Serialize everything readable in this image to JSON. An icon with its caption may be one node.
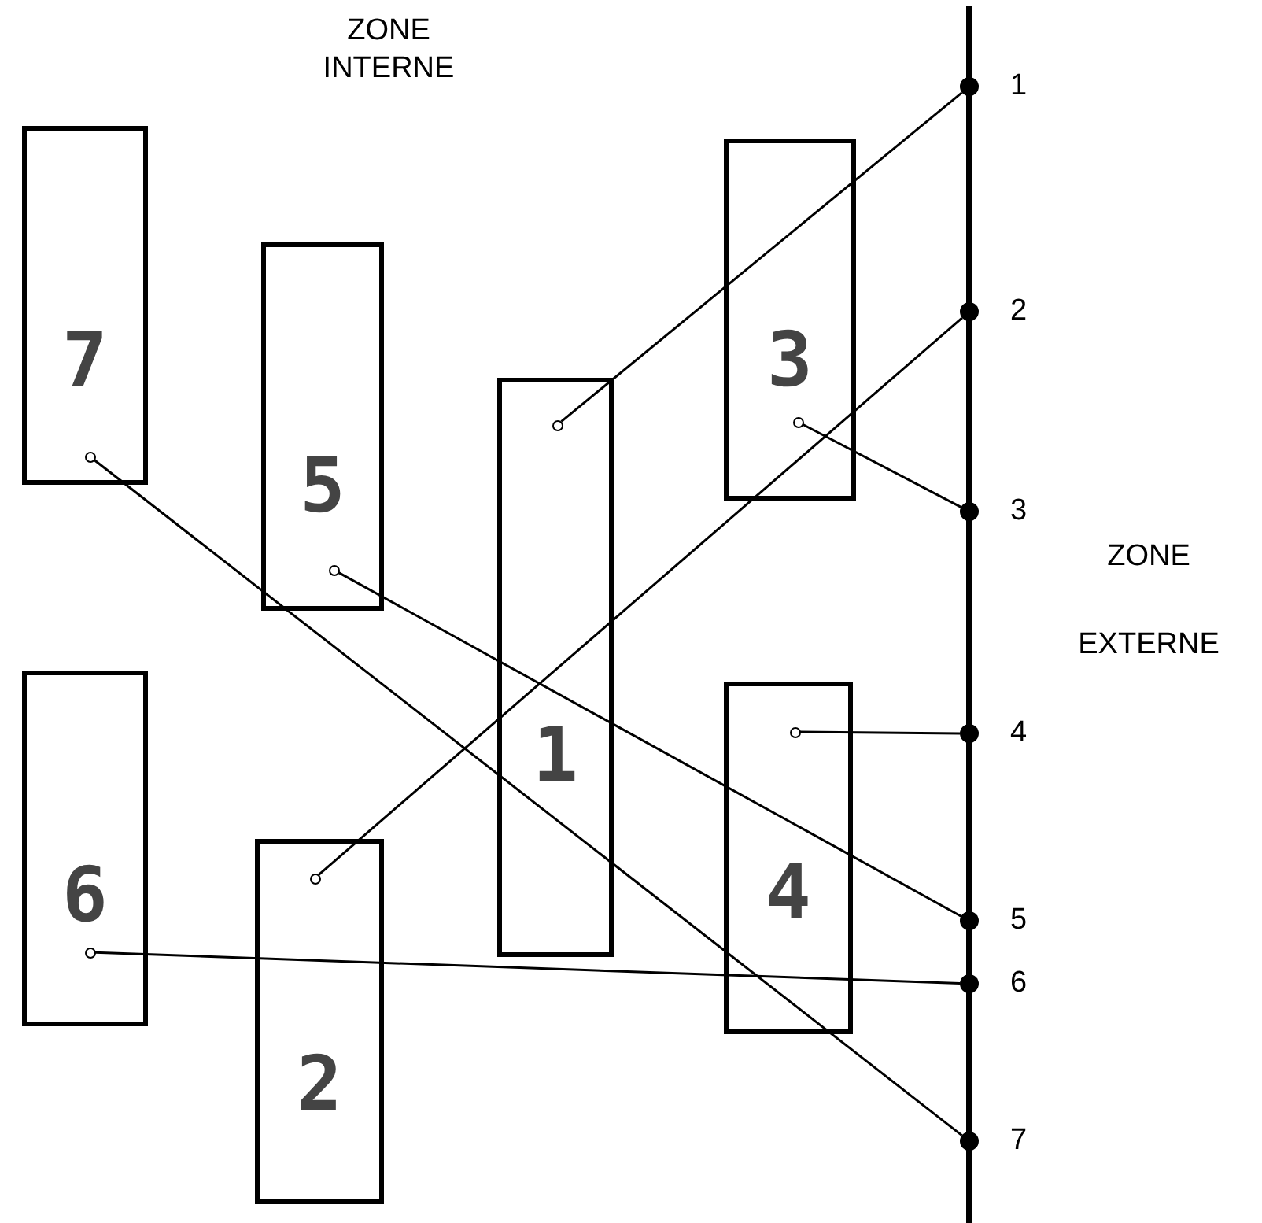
{
  "diagram": {
    "nodes": [
      {
        "text": [
          "7"
        ]
      },
      {
        "text": [
          "5"
        ]
      },
      {
        "text": [
          "1"
        ]
      },
      {
        "text": [
          "3"
        ]
      },
      {
        "text": [
          "6"
        ]
      },
      {
        "text": [
          "2"
        ]
      },
      {
        "text": [
          "4"
        ]
      },
      {
        "text": [],
        "shape": "circle",
        "in": 0
      },
      {
        "text": [],
        "shape": "circle",
        "in": 1
      },
      {
        "text": [],
        "shape": "circle",
        "in": 2
      },
      {
        "text": [],
        "shape": "circle",
        "in": 3
      },
      {
        "text": [],
        "shape": "circle",
        "in": 4
      },
      {
        "text": [],
        "shape": "circle",
        "in": 5
      },
      {
        "text": [],
        "shape": "circle",
        "in": 6
      },
      {
        "text": [],
        "shape": "circle",
        "beside": [
          "1"
        ]
      },
      {
        "text": [],
        "shape": "circle",
        "beside": [
          "2"
        ]
      },
      {
        "text": [],
        "shape": "circle",
        "beside": [
          "3"
        ]
      },
      {
        "text": [],
        "shape": "circle",
        "beside": [
          "4"
        ]
      },
      {
        "text": [],
        "shape": "circle",
        "beside": [
          "5"
        ]
      },
      {
        "text": [],
        "shape": "circle",
        "beside": [
          "6"
        ]
      },
      {
        "text": [],
        "shape": "circle",
        "beside": [
          "7"
        ]
      }
    ],
    "edges": [
      {
        "from": 9,
        "to": 14,
        "arrow": "none"
      },
      {
        "from": 12,
        "to": 15,
        "arrow": "none"
      },
      {
        "from": 10,
        "to": 16,
        "arrow": "none"
      },
      {
        "from": 13,
        "to": 17,
        "arrow": "none"
      },
      {
        "from": 8,
        "to": 18,
        "arrow": "none"
      },
      {
        "from": 11,
        "to": 19,
        "arrow": "none"
      },
      {
        "from": 7,
        "to": 20,
        "arrow": "none"
      }
    ],
    "labels": [
      "ZONE INTERNE",
      "ZONE EXTERNE"
    ]
  }
}
